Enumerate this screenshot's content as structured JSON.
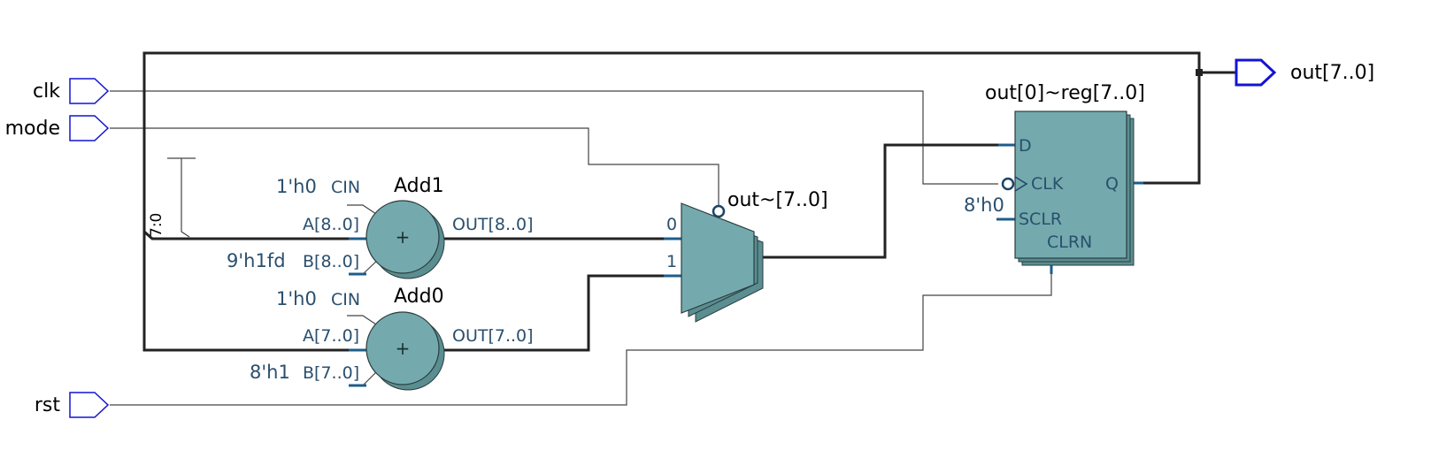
{
  "inputs": {
    "clk": "clk",
    "mode": "mode",
    "rst": "rst"
  },
  "outputs": {
    "out": "out[7..0]"
  },
  "add1": {
    "name": "Add1",
    "cin_const": "1'h0",
    "cin_pin": "CIN",
    "a_pin": "A[8..0]",
    "b_const": "9'h1fd",
    "b_pin": "B[8..0]",
    "out_pin": "OUT[8..0]",
    "op": "+"
  },
  "add0": {
    "name": "Add0",
    "cin_const": "1'h0",
    "cin_pin": "CIN",
    "a_pin": "A[7..0]",
    "b_const": "8'h1",
    "b_pin": "B[7..0]",
    "out_pin": "OUT[7..0]",
    "op": "+"
  },
  "mux": {
    "name": "out~[7..0]",
    "in0": "0",
    "in1": "1"
  },
  "reg": {
    "name": "out[0]~reg[7..0]",
    "d_pin": "D",
    "clk_pin": "CLK",
    "q_pin": "Q",
    "sclr_pin": "SCLR",
    "clrn_pin": "CLRN",
    "sclr_const": "8'h0"
  },
  "bus_slice": "7:0",
  "colors": {
    "block_fill": "#74aaad",
    "pin_text": "#2a4f6e",
    "port_blue": "#1414d2"
  }
}
